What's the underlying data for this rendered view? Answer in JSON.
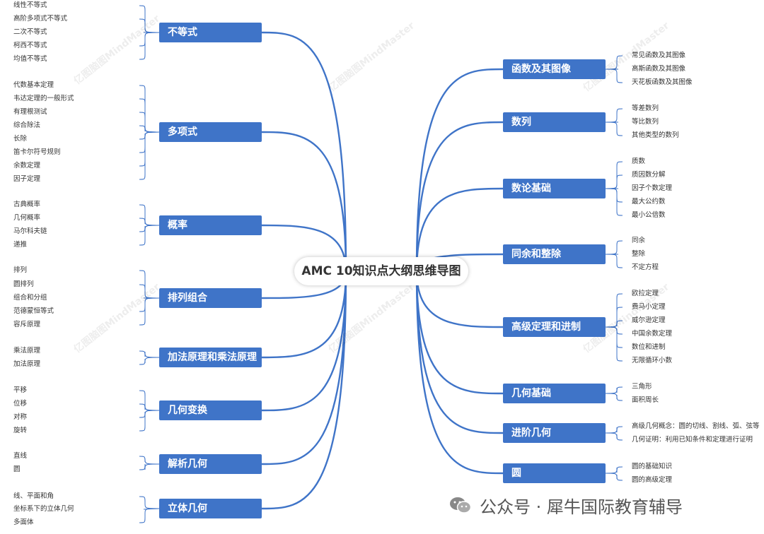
{
  "center": {
    "title": "AMC 10知识点大纲思维导图"
  },
  "watermark": {
    "text": "亿图脑图MindMaster"
  },
  "footer": {
    "text": "公众号 · 犀牛国际教育辅导"
  },
  "colors": {
    "branch": "#3f74c8",
    "link": "#3f74c8"
  },
  "left_branches": [
    {
      "label": "不等式",
      "leaves": [
        "线性不等式",
        "高阶多项式不等式",
        "二次不等式",
        "柯西不等式",
        "均值不等式"
      ]
    },
    {
      "label": "多项式",
      "leaves": [
        "代数基本定理",
        "韦达定理的一般形式",
        "有理根测试",
        "综合除法",
        "长除",
        "笛卡尔符号规则",
        "余数定理",
        "因子定理"
      ]
    },
    {
      "label": "概率",
      "leaves": [
        "古典概率",
        "几何概率",
        "马尔科夫链",
        "递推"
      ]
    },
    {
      "label": "排列组合",
      "leaves": [
        "排列",
        "圆排列",
        "组合和分组",
        "范德蒙恒等式",
        "容斥原理"
      ]
    },
    {
      "label": "加法原理和乘法原理",
      "leaves": [
        "乘法原理",
        "加法原理"
      ]
    },
    {
      "label": "几何变换",
      "leaves": [
        "平移",
        "位移",
        "对称",
        "旋转"
      ]
    },
    {
      "label": "解析几何",
      "leaves": [
        "直线",
        "圆"
      ]
    },
    {
      "label": "立体几何",
      "leaves": [
        "线、平面和角",
        "坐标系下的立体几何",
        "多面体"
      ]
    }
  ],
  "right_branches": [
    {
      "label": "函数及其图像",
      "leaves": [
        "常见函数及其图像",
        "高斯函数及其图像",
        "天花板函数及其图像"
      ]
    },
    {
      "label": "数列",
      "leaves": [
        "等差数列",
        "等比数列",
        "其他类型的数列"
      ]
    },
    {
      "label": "数论基础",
      "leaves": [
        "质数",
        "质因数分解",
        "因子个数定理",
        "最大公约数",
        "最小公倍数"
      ]
    },
    {
      "label": "同余和整除",
      "leaves": [
        "同余",
        "整除",
        "不定方程"
      ]
    },
    {
      "label": "高级定理和进制",
      "leaves": [
        "欧拉定理",
        "费马小定理",
        "威尔逊定理",
        "中国余数定理",
        "数位和进制",
        "无限循环小数"
      ]
    },
    {
      "label": "几何基础",
      "leaves": [
        "三角形",
        "面积周长"
      ]
    },
    {
      "label": "进阶几何",
      "leaves": [
        "高级几何概念：圆的切线、割线、弧、弦等",
        "几何证明：利用已知条件和定理进行证明"
      ]
    },
    {
      "label": "圆",
      "leaves": [
        "圆的基础知识",
        "圆的高级定理"
      ]
    }
  ]
}
